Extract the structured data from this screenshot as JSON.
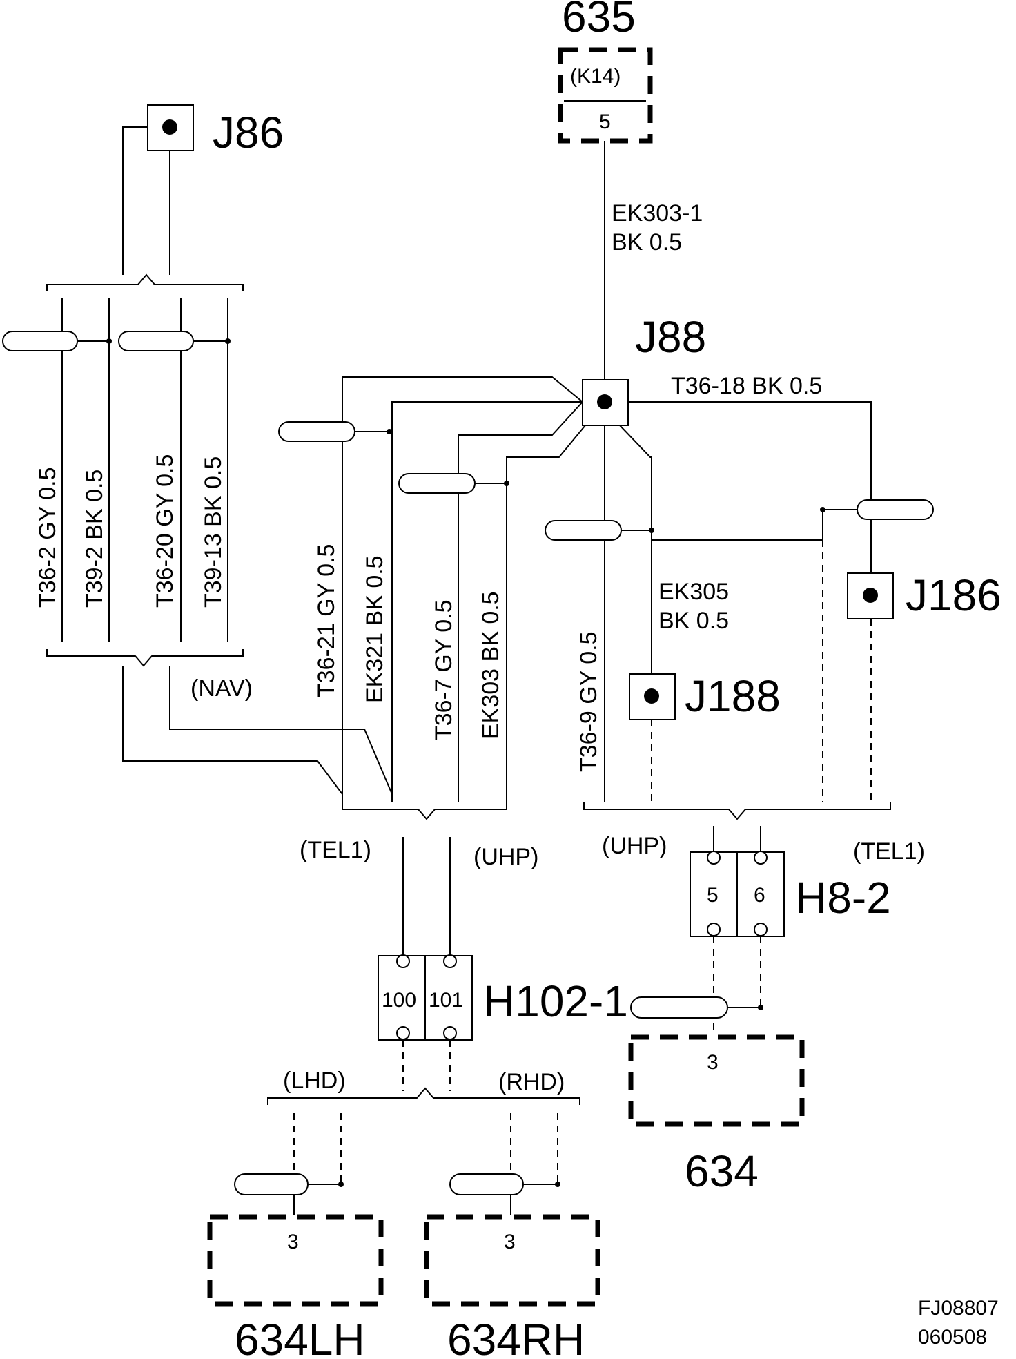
{
  "components": {
    "c635": {
      "name": "635",
      "sub": "(K14)",
      "pin": "5"
    },
    "j86": {
      "name": "J86"
    },
    "j88": {
      "name": "J88"
    },
    "j186": {
      "name": "J186"
    },
    "j188": {
      "name": "J188"
    },
    "h8_2": {
      "name": "H8-2",
      "pins": [
        "5",
        "6"
      ]
    },
    "h102_1": {
      "name": "H102-1",
      "pins": [
        "100",
        "101"
      ]
    },
    "c634": {
      "name": "634",
      "pin": "3"
    },
    "c634lh": {
      "name": "634LH",
      "pin": "3"
    },
    "c634rh": {
      "name": "634RH",
      "pin": "3"
    }
  },
  "wires": {
    "ek303_1": {
      "id": "EK303-1",
      "spec": "BK    0.5"
    },
    "t36_18": "T36-18 BK  0.5",
    "ek305": {
      "id": "EK305",
      "spec": "BK    0.5"
    },
    "t36_2": "T36-2  GY  0.5",
    "t39_2": "T39-2 BK  0.5",
    "t36_20": "T36-20  GY  0.5",
    "t39_13": "T39-13 BK  0.5",
    "t36_21": "T36-21 GY   0.5",
    "ek321": "EK321  BK   0.5",
    "t36_7": "T36-7  GY   0.5",
    "ek303": "EK303   BK   0.5",
    "t36_9": "T36-9   GY  0.5"
  },
  "variants": {
    "nav": "(NAV)",
    "tel1_left": "(TEL1)",
    "uhp_left": "(UHP)",
    "uhp_right": "(UHP)",
    "tel1_right": "(TEL1)",
    "lhd": "(LHD)",
    "rhd": "(RHD)"
  },
  "footer": {
    "code": "FJ08807",
    "date": "060508"
  }
}
